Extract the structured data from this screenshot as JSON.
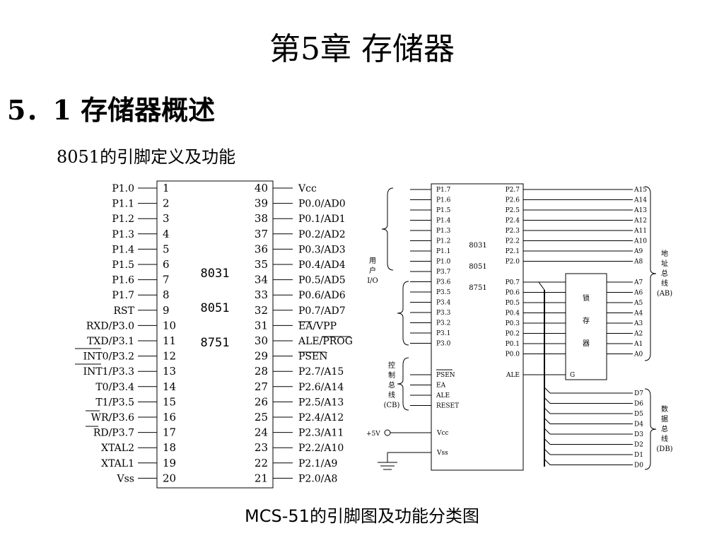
{
  "slide": {
    "title": "第5章    存储器",
    "section": "5．1  存储器概述",
    "subtitle": "8051的引脚定义及功能",
    "caption": "MCS-51的引脚图及功能分类图"
  },
  "pinout": {
    "chip_labels": [
      "8031",
      "8051",
      "8751"
    ],
    "left_pins": [
      {
        "num": "1",
        "label": "P1.0"
      },
      {
        "num": "2",
        "label": "P1.1"
      },
      {
        "num": "3",
        "label": "P1.2"
      },
      {
        "num": "4",
        "label": "P1.3"
      },
      {
        "num": "5",
        "label": "P1.4"
      },
      {
        "num": "6",
        "label": "P1.5"
      },
      {
        "num": "7",
        "label": "P1.6"
      },
      {
        "num": "8",
        "label": "P1.7"
      },
      {
        "num": "9",
        "label": "RST"
      },
      {
        "num": "10",
        "label": "RXD/P3.0"
      },
      {
        "num": "11",
        "label": "TXD/P3.1"
      },
      {
        "num": "12",
        "label": "INT0/P3.2"
      },
      {
        "num": "13",
        "label": "INT1/P3.3"
      },
      {
        "num": "14",
        "label": "T0/P3.4"
      },
      {
        "num": "15",
        "label": "T1/P3.5"
      },
      {
        "num": "16",
        "label": "WR/P3.6"
      },
      {
        "num": "17",
        "label": "RD/P3.7"
      },
      {
        "num": "18",
        "label": "XTAL2"
      },
      {
        "num": "19",
        "label": "XTAL1"
      },
      {
        "num": "20",
        "label": "Vss"
      }
    ],
    "right_pins": [
      {
        "num": "40",
        "label": "Vcc"
      },
      {
        "num": "39",
        "label": "P0.0/AD0"
      },
      {
        "num": "38",
        "label": "P0.1/AD1"
      },
      {
        "num": "37",
        "label": "P0.2/AD2"
      },
      {
        "num": "36",
        "label": "P0.3/AD3"
      },
      {
        "num": "35",
        "label": "P0.4/AD4"
      },
      {
        "num": "34",
        "label": "P0.5/AD5"
      },
      {
        "num": "33",
        "label": "P0.6/AD6"
      },
      {
        "num": "32",
        "label": "P0.7/AD7"
      },
      {
        "num": "31",
        "label": "EA/VPP"
      },
      {
        "num": "30",
        "label": "ALE/PROG"
      },
      {
        "num": "29",
        "label": "PSEN"
      },
      {
        "num": "28",
        "label": "P2.7/A15"
      },
      {
        "num": "27",
        "label": "P2.6/A14"
      },
      {
        "num": "26",
        "label": "P2.5/A13"
      },
      {
        "num": "25",
        "label": "P2.4/A12"
      },
      {
        "num": "24",
        "label": "P2.3/A11"
      },
      {
        "num": "23",
        "label": "P2.2/A10"
      },
      {
        "num": "22",
        "label": "P2.1/A9"
      },
      {
        "num": "21",
        "label": "P2.0/A8"
      }
    ]
  },
  "functional": {
    "chip_labels": [
      "8031",
      "8051",
      "8751"
    ],
    "left_pins": [
      "P1.7",
      "P1.6",
      "P1.5",
      "P1.4",
      "P1.3",
      "P1.2",
      "P1.1",
      "P1.0",
      "P3.7",
      "P3.6",
      "P3.5",
      "P3.4",
      "P3.3",
      "P3.2",
      "P3.1",
      "P3.0"
    ],
    "control_pins": [
      "PSEN",
      "EA",
      "ALE",
      "RESET"
    ],
    "power_pins": [
      "Vcc",
      "Vss"
    ],
    "p2_pins": [
      "P2.7",
      "P2.6",
      "P2.5",
      "P2.4",
      "P2.3",
      "P2.2",
      "P2.1",
      "P2.0"
    ],
    "p0_pins": [
      "P0.7",
      "P0.6",
      "P0.5",
      "P0.4",
      "P0.3",
      "P0.2",
      "P0.1",
      "P0.0"
    ],
    "ale_pin": "ALE",
    "latch_label": [
      "锁",
      "存",
      "器"
    ],
    "latch_g": "G",
    "high_addr": [
      "A15",
      "A14",
      "A13",
      "A12",
      "A11",
      "A10",
      "A9",
      "A8"
    ],
    "low_addr": [
      "A7",
      "A6",
      "A5",
      "A4",
      "A3",
      "A2",
      "A1",
      "A0"
    ],
    "data_bus": [
      "D7",
      "D6",
      "D5",
      "D4",
      "D3",
      "D2",
      "D1",
      "D0"
    ],
    "user_io": [
      "用",
      "户",
      "I/O"
    ],
    "control_bus": [
      "控",
      "制",
      "总",
      "线",
      "(CB)"
    ],
    "addr_bus": [
      "地",
      "址",
      "总",
      "线",
      "(AB)"
    ],
    "data_bus_label": [
      "数",
      "据",
      "总",
      "线",
      "(DB)"
    ],
    "plus5v": "+5V"
  }
}
